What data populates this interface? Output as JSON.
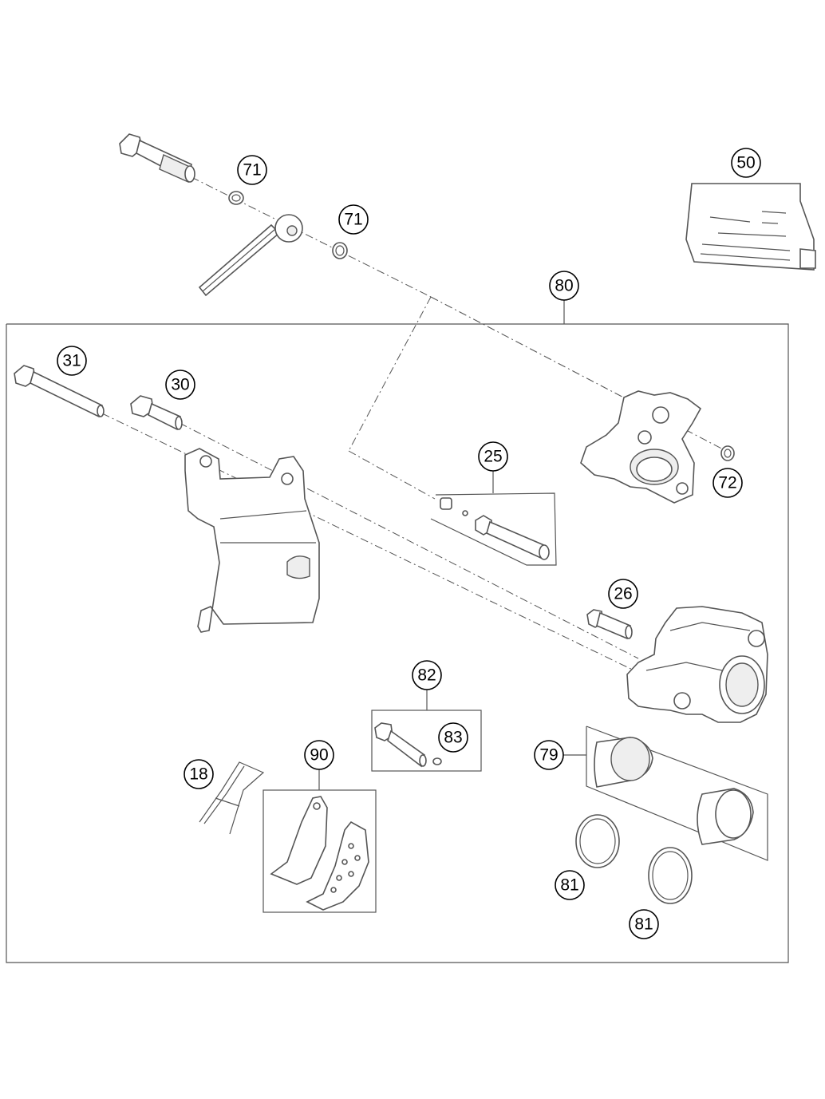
{
  "callouts": {
    "c71a": "71",
    "c71b": "71",
    "c50": "50",
    "c80": "80",
    "c31": "31",
    "c30": "30",
    "c25": "25",
    "c72": "72",
    "c26": "26",
    "c82": "82",
    "c83": "83",
    "c90": "90",
    "c18": "18",
    "c79": "79",
    "c81a": "81",
    "c81b": "81"
  }
}
